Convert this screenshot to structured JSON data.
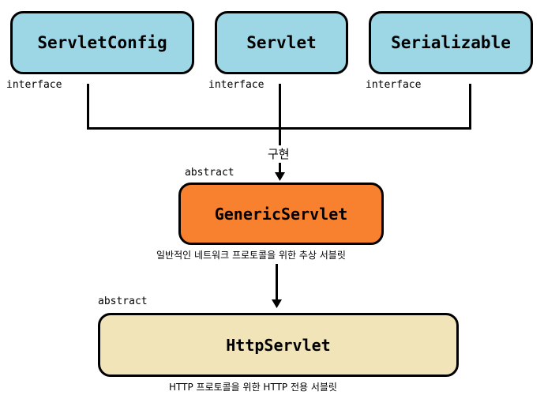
{
  "nodes": {
    "servlet_config": {
      "name": "ServletConfig",
      "stereotype": "interface"
    },
    "servlet": {
      "name": "Servlet",
      "stereotype": "interface"
    },
    "serializable": {
      "name": "Serializable",
      "stereotype": "interface"
    },
    "generic_servlet": {
      "name": "GenericServlet",
      "stereotype": "abstract",
      "description": "일반적인 네트워크 프로토콜을 위한 추상 서블릿"
    },
    "http_servlet": {
      "name": "HttpServlet",
      "stereotype": "abstract",
      "description": "HTTP 프로토콜을 위한 HTTP 전용 서블릿"
    }
  },
  "edges": {
    "implements_label": "구현"
  },
  "colors": {
    "interface_fill": "#9dd7e6",
    "generic_fill": "#f7812e",
    "http_fill": "#f0e4b8"
  }
}
